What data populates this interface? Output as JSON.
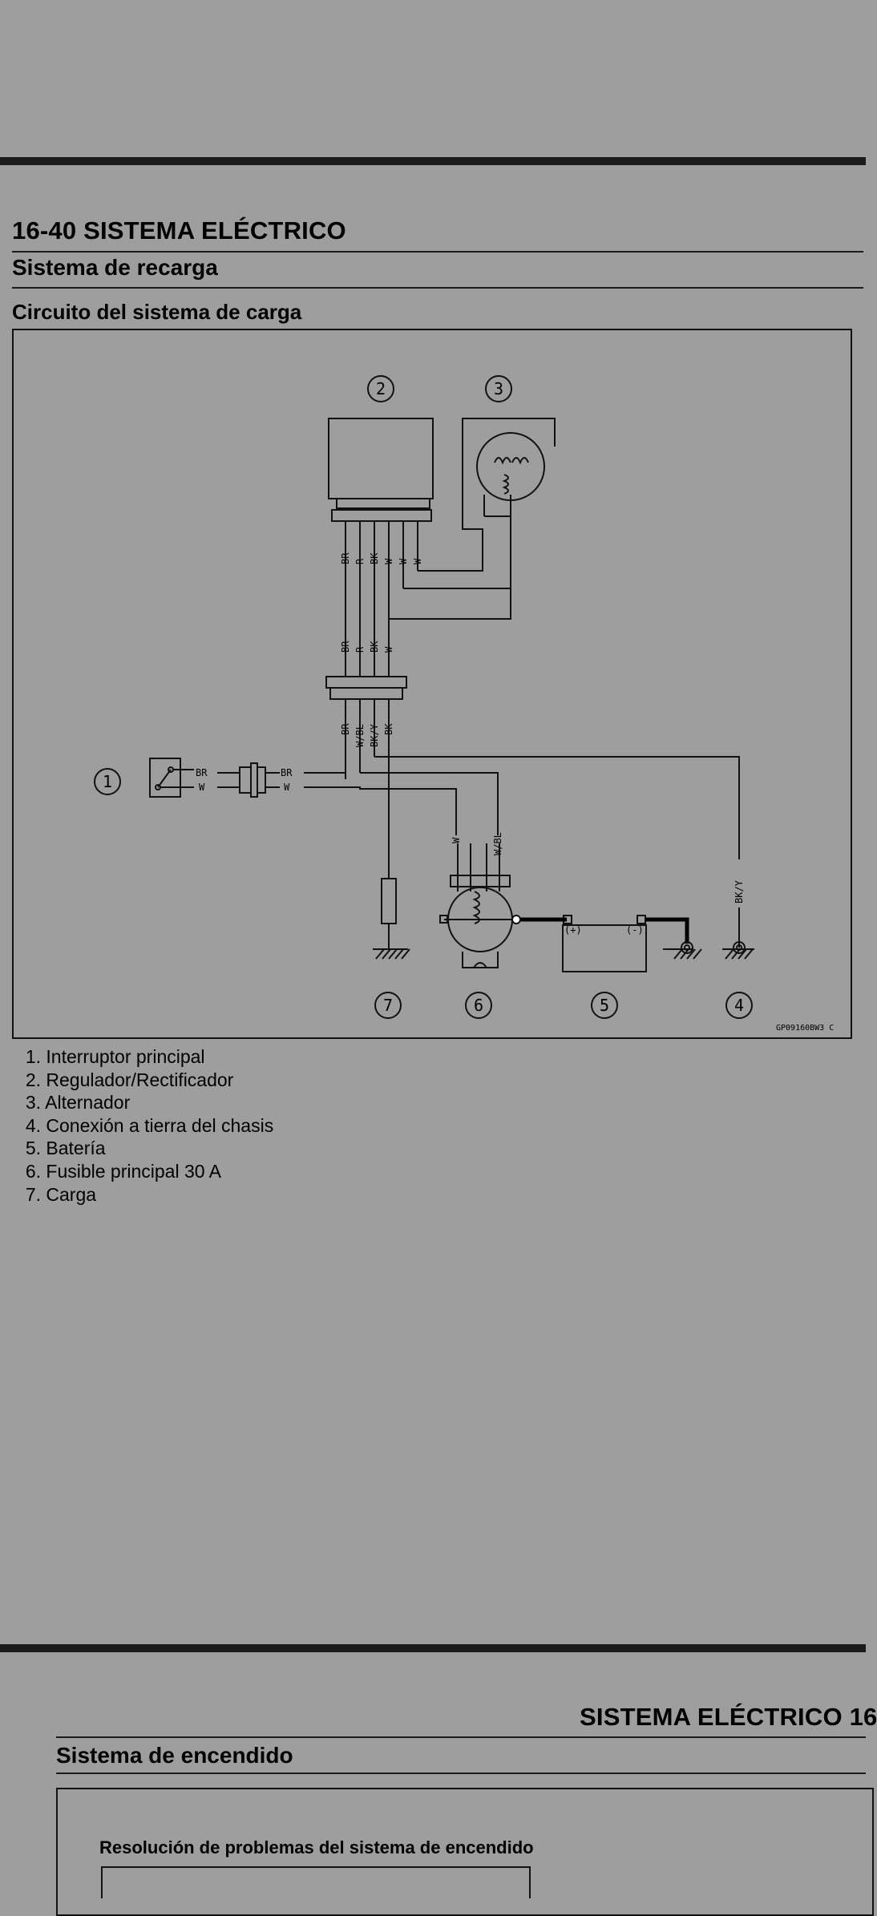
{
  "page1": {
    "header_title": "16-40 SISTEMA ELÉCTRICO",
    "section_title": "Sistema de recarga",
    "subsection_title": "Circuito del sistema de carga",
    "diagram": {
      "callouts": [
        "1",
        "2",
        "3",
        "4",
        "5",
        "6",
        "7"
      ],
      "wire_labels": {
        "reg_top": [
          "BR",
          "R",
          "BK",
          "W",
          "W",
          "W"
        ],
        "reg_mid": [
          "BR",
          "R",
          "BK",
          "W"
        ],
        "reg_bottom": [
          "BR",
          "W/BL",
          "BK/Y",
          "BK"
        ],
        "switch_left": [
          "BR",
          "W"
        ],
        "switch_right": [
          "BR",
          "W"
        ],
        "fuse_w": "W",
        "fuse_wbl": "W/BL",
        "ground_bky": "BK/Y",
        "batt_plus": "(+)",
        "batt_minus": "(-)"
      },
      "code": "GP09160BW3 C"
    },
    "legend": [
      {
        "num": "1.",
        "text": "Interruptor principal"
      },
      {
        "num": "2.",
        "text": "Regulador/Rectificador"
      },
      {
        "num": "3.",
        "text": "Alternador"
      },
      {
        "num": "4.",
        "text": "Conexión a tierra del chasis"
      },
      {
        "num": "5.",
        "text": "Batería"
      },
      {
        "num": "6.",
        "text": "Fusible principal 30 A"
      },
      {
        "num": "7.",
        "text": "Carga"
      }
    ]
  },
  "page2": {
    "header_title": "SISTEMA ELÉCTRICO 16",
    "section_title": "Sistema de encendido",
    "box_heading": "Resolución de problemas del sistema de encendido"
  }
}
